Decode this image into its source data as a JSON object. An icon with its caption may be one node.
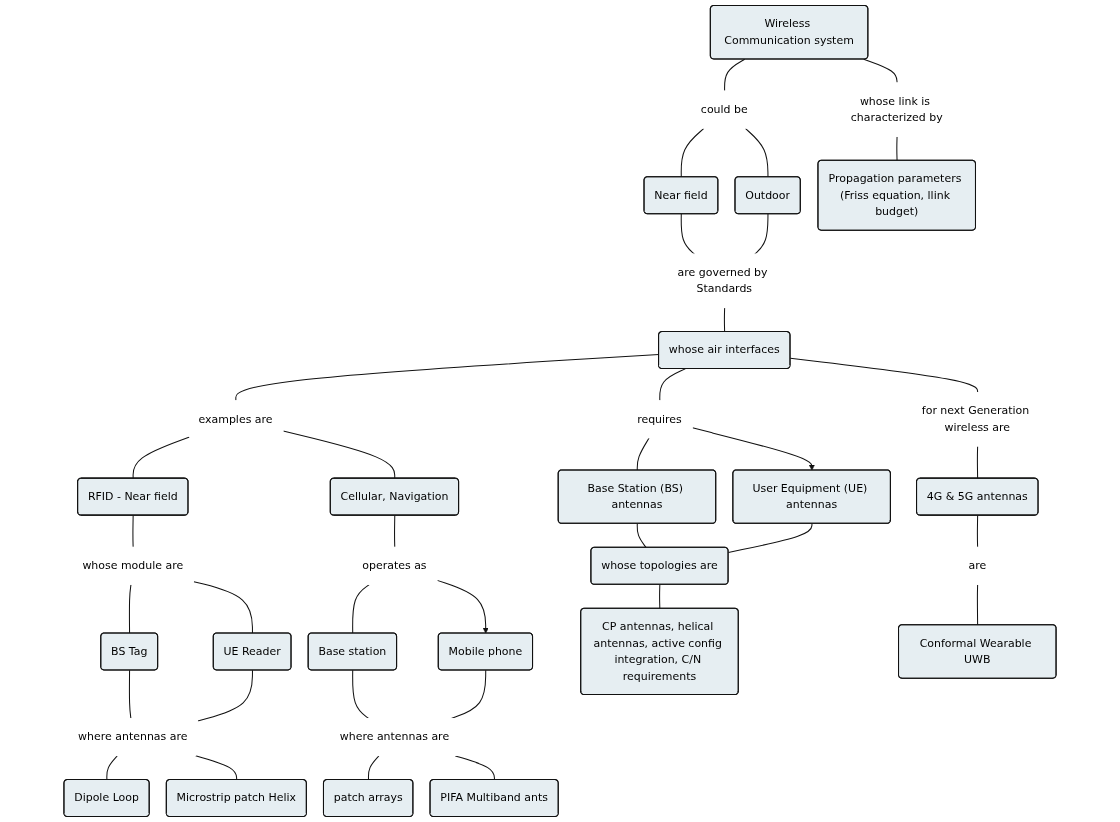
{
  "diagram": {
    "nodes": [
      {
        "text": [
          "Wireless Communication system"
        ]
      },
      {
        "text": [
          "could be"
        ]
      },
      {
        "text": [
          "Near field"
        ]
      },
      {
        "text": [
          "Outdoor"
        ]
      },
      {
        "text": [
          "whose link is characterized by"
        ]
      },
      {
        "text": [
          "are governed by Standards"
        ]
      },
      {
        "text": [
          "Propagation parameters (Friss equation, llink budget)"
        ]
      },
      {
        "text": [
          "whose air interfaces"
        ]
      },
      {
        "text": [
          "examples are"
        ]
      },
      {
        "text": [
          "for next Generation wireless are"
        ]
      },
      {
        "text": [
          "requires"
        ]
      },
      {
        "text": [
          "Base Station (BS) antennas"
        ]
      },
      {
        "text": [
          "User Equipment (UE) antennas"
        ]
      },
      {
        "text": [
          "RFID - Near field"
        ]
      },
      {
        "text": [
          "Cellular, Navigation"
        ]
      },
      {
        "text": [
          "4G & 5G antennas"
        ]
      },
      {
        "text": [
          "whose topologies are"
        ]
      },
      {
        "text": [
          "whose module are"
        ]
      },
      {
        "text": [
          "operates as"
        ]
      },
      {
        "text": [
          "BS Tag"
        ]
      },
      {
        "text": [
          "UE Reader"
        ]
      },
      {
        "text": [
          "Base station"
        ]
      },
      {
        "text": [
          "Mobile phone"
        ]
      },
      {
        "text": [
          "CP antennas, helical antennas, active config integration, C/N requirements"
        ]
      },
      {
        "text": [
          "are"
        ]
      },
      {
        "text": [
          "where antennas are"
        ]
      },
      {
        "text": [
          "where antennas are"
        ]
      },
      {
        "text": [
          "Dipole Loop"
        ]
      },
      {
        "text": [
          "Microstrip patch Helix"
        ]
      },
      {
        "text": [
          "patch arrays"
        ]
      },
      {
        "text": [
          "PIFA Multiband ants"
        ]
      },
      {
        "text": [
          "Conformal Wearable UWB"
        ]
      }
    ],
    "edges": [
      {
        "from": 0,
        "to": 1,
        "arrow": "none"
      },
      {
        "from": 1,
        "to": 2,
        "arrow": "none"
      },
      {
        "from": 1,
        "to": 3,
        "arrow": "none"
      },
      {
        "from": 0,
        "to": 4,
        "arrow": "none"
      },
      {
        "from": 4,
        "to": 6,
        "arrow": "none"
      },
      {
        "from": 2,
        "to": 5,
        "arrow": "none"
      },
      {
        "from": 3,
        "to": 5,
        "arrow": "none"
      },
      {
        "from": 5,
        "to": 7,
        "arrow": "none"
      },
      {
        "from": 7,
        "to": 8,
        "arrow": "none"
      },
      {
        "from": 7,
        "to": 9,
        "arrow": "none"
      },
      {
        "from": 7,
        "to": 10,
        "arrow": "none"
      },
      {
        "from": 10,
        "to": 11,
        "arrow": "none"
      },
      {
        "from": 10,
        "to": 12,
        "arrow": "to"
      },
      {
        "from": 8,
        "to": 13,
        "arrow": "none"
      },
      {
        "from": 8,
        "to": 14,
        "arrow": "none"
      },
      {
        "from": 9,
        "to": 15,
        "arrow": "none"
      },
      {
        "from": 11,
        "to": 16,
        "arrow": "none"
      },
      {
        "from": 12,
        "to": 16,
        "arrow": "none"
      },
      {
        "from": 16,
        "to": 23,
        "arrow": "none"
      },
      {
        "from": 13,
        "to": 17,
        "arrow": "none"
      },
      {
        "from": 14,
        "to": 18,
        "arrow": "none"
      },
      {
        "from": 17,
        "to": 19,
        "arrow": "none"
      },
      {
        "from": 17,
        "to": 20,
        "arrow": "none"
      },
      {
        "from": 18,
        "to": 21,
        "arrow": "none"
      },
      {
        "from": 18,
        "to": 22,
        "arrow": "to"
      },
      {
        "from": 15,
        "to": 24,
        "arrow": "none"
      },
      {
        "from": 24,
        "to": 31,
        "arrow": "none"
      },
      {
        "from": 19,
        "to": 25,
        "arrow": "none"
      },
      {
        "from": 20,
        "to": 25,
        "arrow": "none"
      },
      {
        "from": 21,
        "to": 26,
        "arrow": "none"
      },
      {
        "from": 22,
        "to": 26,
        "arrow": "none"
      },
      {
        "from": 25,
        "to": 27,
        "arrow": "none"
      },
      {
        "from": 25,
        "to": 28,
        "arrow": "none"
      },
      {
        "from": 26,
        "to": 29,
        "arrow": "none"
      },
      {
        "from": 26,
        "to": 30,
        "arrow": "none"
      }
    ]
  }
}
